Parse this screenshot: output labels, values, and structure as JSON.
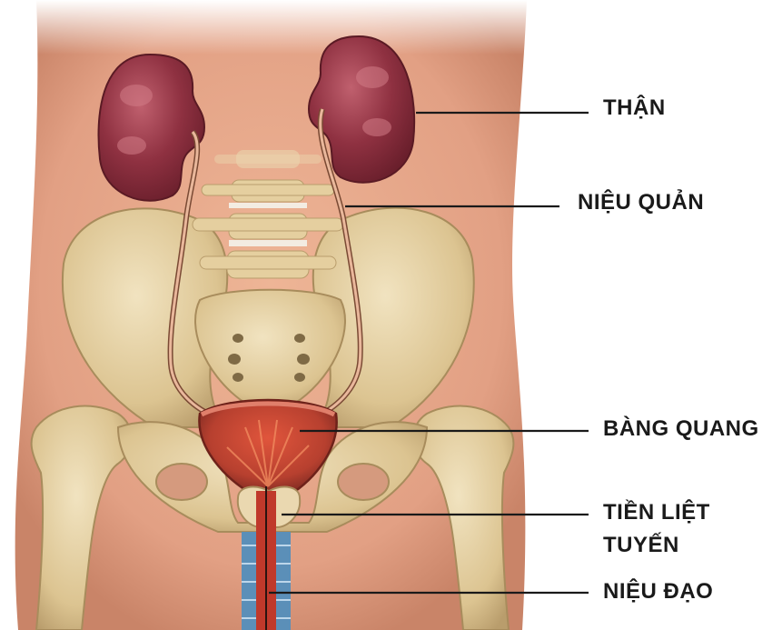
{
  "labels": {
    "kidney": "THẬN",
    "ureter": "NIỆU QUẢN",
    "bladder": "BÀNG QUANG",
    "prostate_line1": "TIỀN LIỆT",
    "prostate_line2": "TUYẾN",
    "urethra": "NIỆU ĐẠO"
  },
  "colors": {
    "skin": "#e7a687",
    "skin_shadow": "#c98468",
    "kidney": "#8c2f3e",
    "kidney_highlight": "#b55866",
    "bone": "#e6d3a6",
    "bone_shadow": "#b99d6c",
    "bladder": "#b7402f",
    "urethra": "#c0392b",
    "urethra_wall": "#5b8fb8",
    "leader_line": "#1a1a1a"
  }
}
